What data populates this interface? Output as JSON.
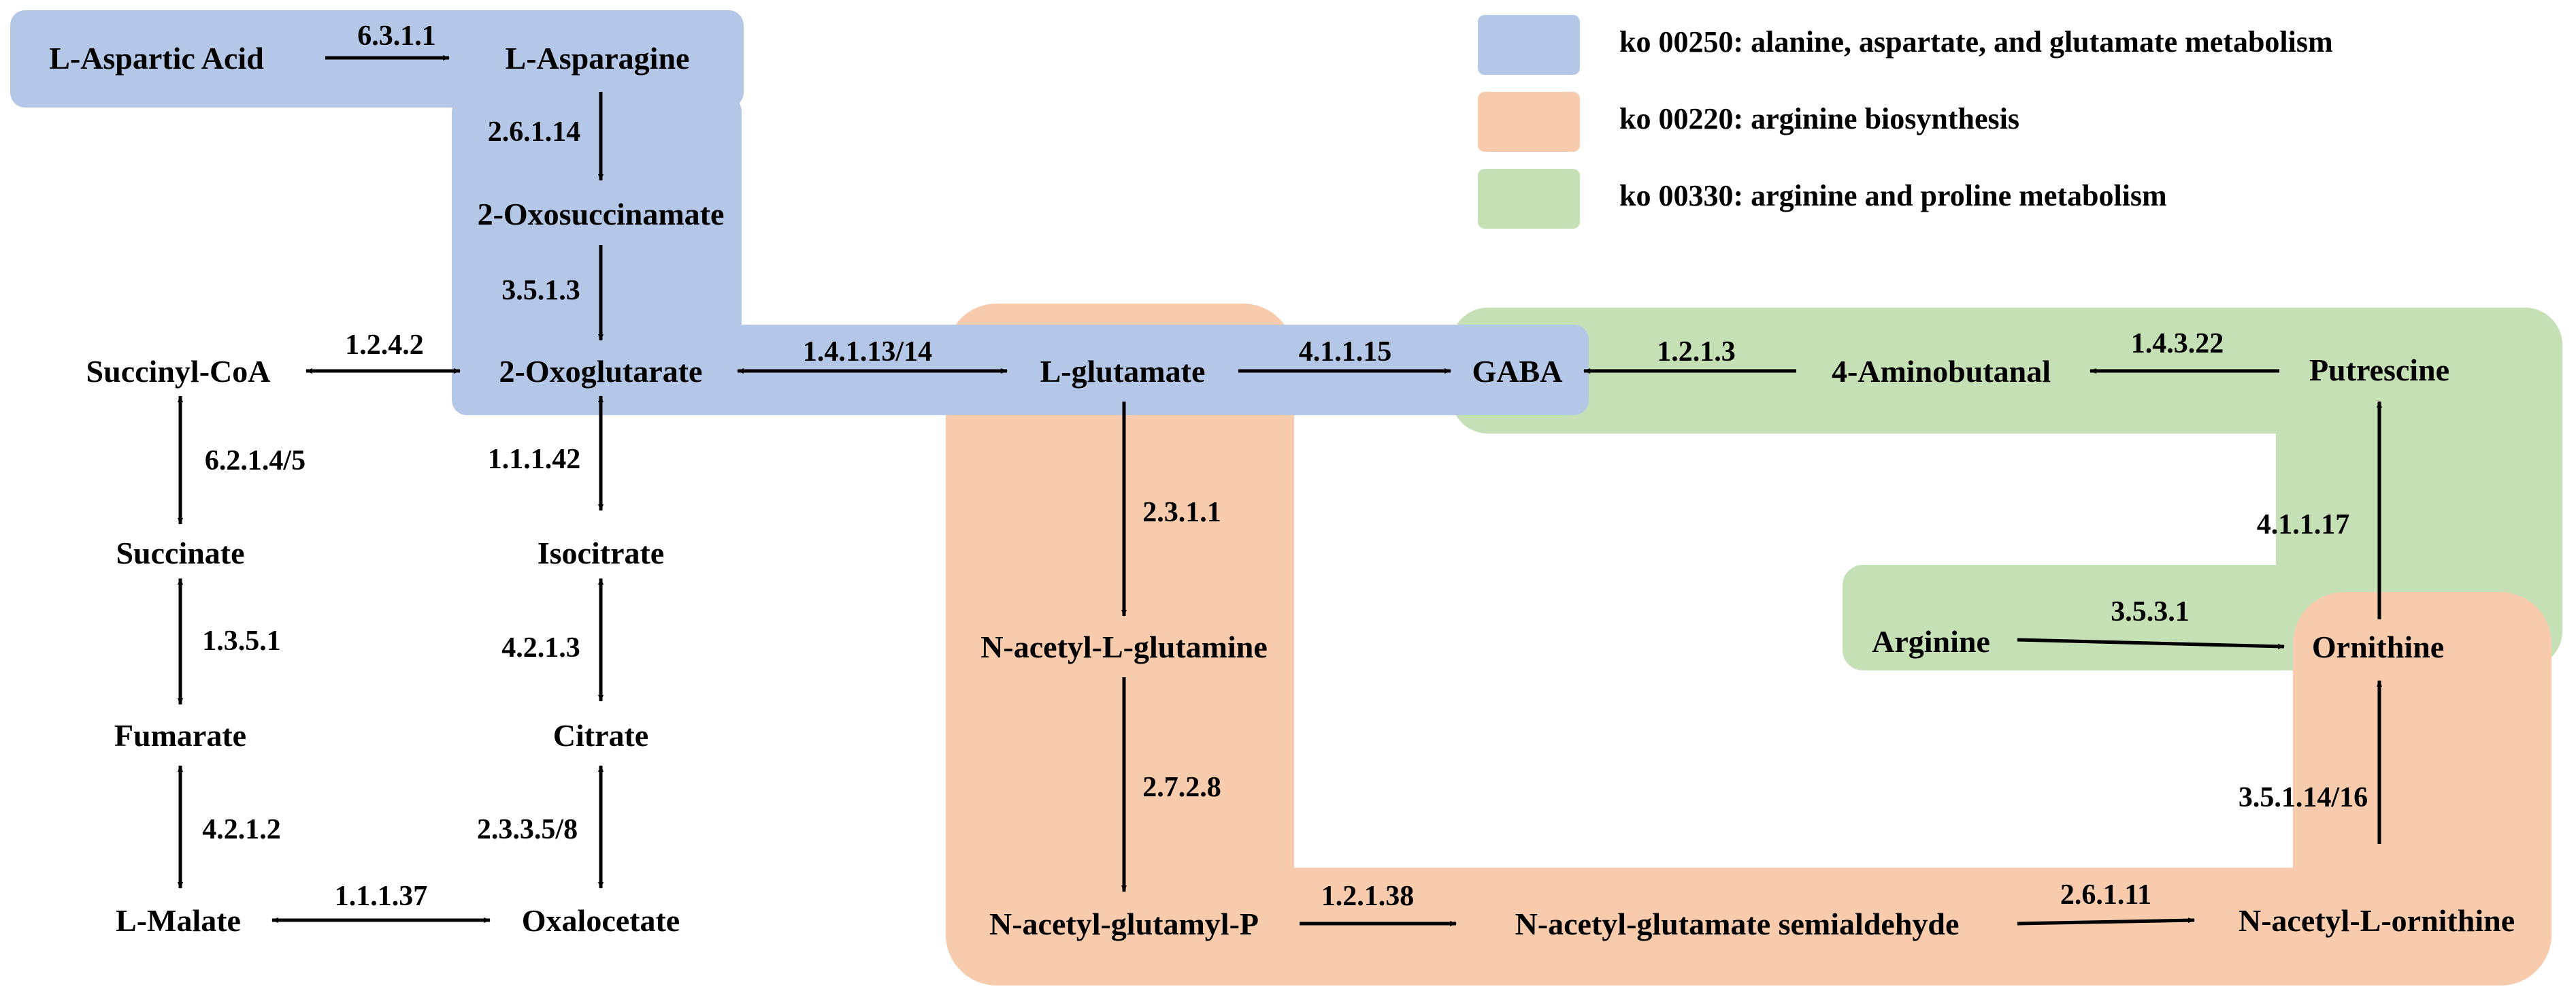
{
  "colors": {
    "ko00250": "#b4c7e7",
    "ko00220": "#f8cbad",
    "ko00330": "#c5e0b4"
  },
  "legend": [
    {
      "pathway": "ko00250",
      "label": "ko 00250: alanine, aspartate, and glutamate metabolism"
    },
    {
      "pathway": "ko00220",
      "label": "ko 00220: arginine biosynthesis"
    },
    {
      "pathway": "ko00330",
      "label": "ko 00330: arginine and proline metabolism"
    }
  ],
  "nodes": {
    "aspartic_acid": "L-Aspartic Acid",
    "asparagine": "L-Asparagine",
    "oxosuccinamate": "2-Oxosuccinamate",
    "oxoglutarate": "2-Oxoglutarate",
    "succinyl_coa": "Succinyl-CoA",
    "succinate": "Succinate",
    "fumarate": "Fumarate",
    "malate": "L-Malate",
    "oxalocetate": "Oxalocetate",
    "citrate": "Citrate",
    "isocitrate": "Isocitrate",
    "glutamate": "L-glutamate",
    "gaba": "GABA",
    "aminobutanal": "4-Aminobutanal",
    "putrescine": "Putrescine",
    "acetyl_glutamine": "N-acetyl-L-glutamine",
    "acetyl_glutamyl_p": "N-acetyl-glutamyl-P",
    "acetyl_glutamate_semialdehyde": "N-acetyl-glutamate semialdehyde",
    "acetyl_ornithine": "N-acetyl-L-ornithine",
    "arginine": "Arginine",
    "ornithine": "Ornithine"
  },
  "enzymes": {
    "e_63111": "6.3.1.1",
    "e_26114": "2.6.1.14",
    "e_3513": "3.5.1.3",
    "e_1242": "1.2.4.2",
    "e_62145": "6.2.1.4/5",
    "e_1351": "1.3.5.1",
    "e_4212": "4.2.1.2",
    "e_11137": "1.1.1.37",
    "e_23358": "2.3.3.5/8",
    "e_4213": "4.2.1.3",
    "e_11142": "1.1.1.42",
    "e_141314": "1.4.1.13/14",
    "e_41115": "4.1.1.15",
    "e_1213": "1.2.1.3",
    "e_14322": "1.4.3.22",
    "e_41117": "4.1.1.17",
    "e_3531": "3.5.3.1",
    "e_2311": "2.3.1.1",
    "e_2728": "2.7.2.8",
    "e_12138": "1.2.1.38",
    "e_26111": "2.6.1.11",
    "e_3511416": "3.5.1.14/16"
  }
}
